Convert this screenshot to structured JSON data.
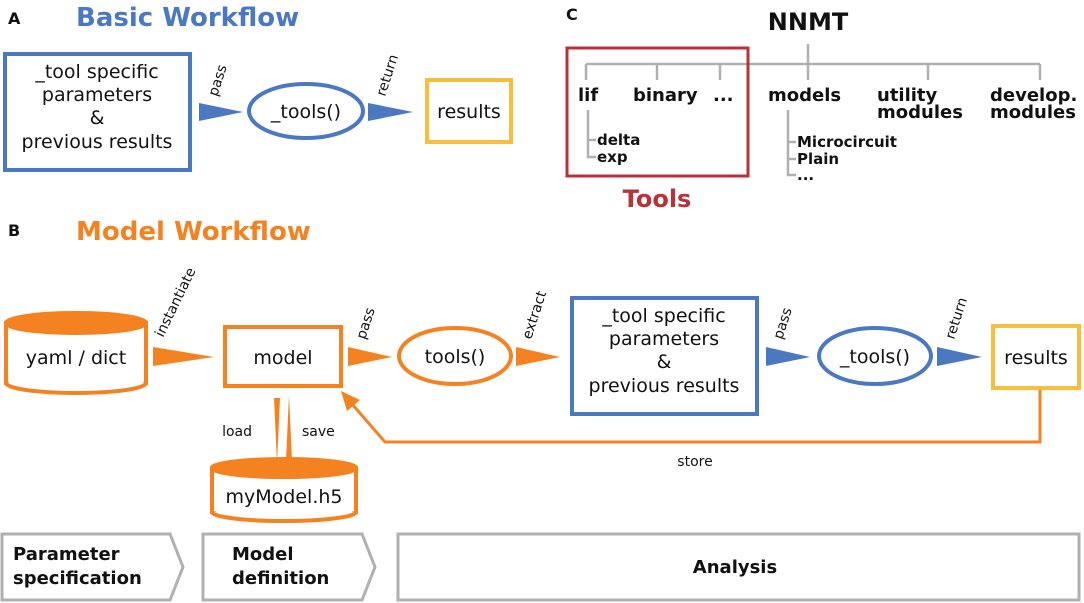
{
  "colors": {
    "blue": "#4a79c2",
    "orange": "#f58220",
    "yellow": "#fbbd3c",
    "red": "#b8323a",
    "gray": "#b0b0b0",
    "text": "#111111"
  },
  "panel_a": {
    "letter": "A",
    "title": "Basic Workflow",
    "params_lines": [
      "_tool specific",
      "parameters",
      "&",
      "previous results"
    ],
    "pass_label": "pass",
    "tools_label": "_tools()",
    "return_label": "return",
    "results_label": "results"
  },
  "panel_b": {
    "letter": "B",
    "title": "Model Workflow",
    "yaml_label": "yaml / dict",
    "instantiate_label": "instantiate",
    "model_label": "model",
    "pass_label": "pass",
    "tools_label": "tools()",
    "extract_label": "extract",
    "params_lines": [
      "_tool specific",
      "parameters",
      "&",
      "previous results"
    ],
    "pass2_label": "pass",
    "inner_tools_label": "_tools()",
    "return_label": "return",
    "results_label": "results",
    "load_label": "load",
    "save_label": "save",
    "file_label": "myModel.h5",
    "store_label": "store",
    "stages": [
      {
        "lines": [
          "Parameter",
          "specification"
        ]
      },
      {
        "lines": [
          "Model",
          "definition"
        ]
      },
      {
        "lines": [
          "Analysis"
        ]
      }
    ]
  },
  "panel_c": {
    "letter": "C",
    "root": "NNMT",
    "tools_items": [
      "lif",
      "binary",
      "..."
    ],
    "lif_children": [
      "delta",
      "exp"
    ],
    "models_label": "models",
    "models_children": [
      "Microcircuit",
      "Plain",
      "..."
    ],
    "utility_lines": [
      "utility",
      "modules"
    ],
    "develop_lines": [
      "develop.",
      "modules"
    ],
    "tools_caption": "Tools"
  }
}
